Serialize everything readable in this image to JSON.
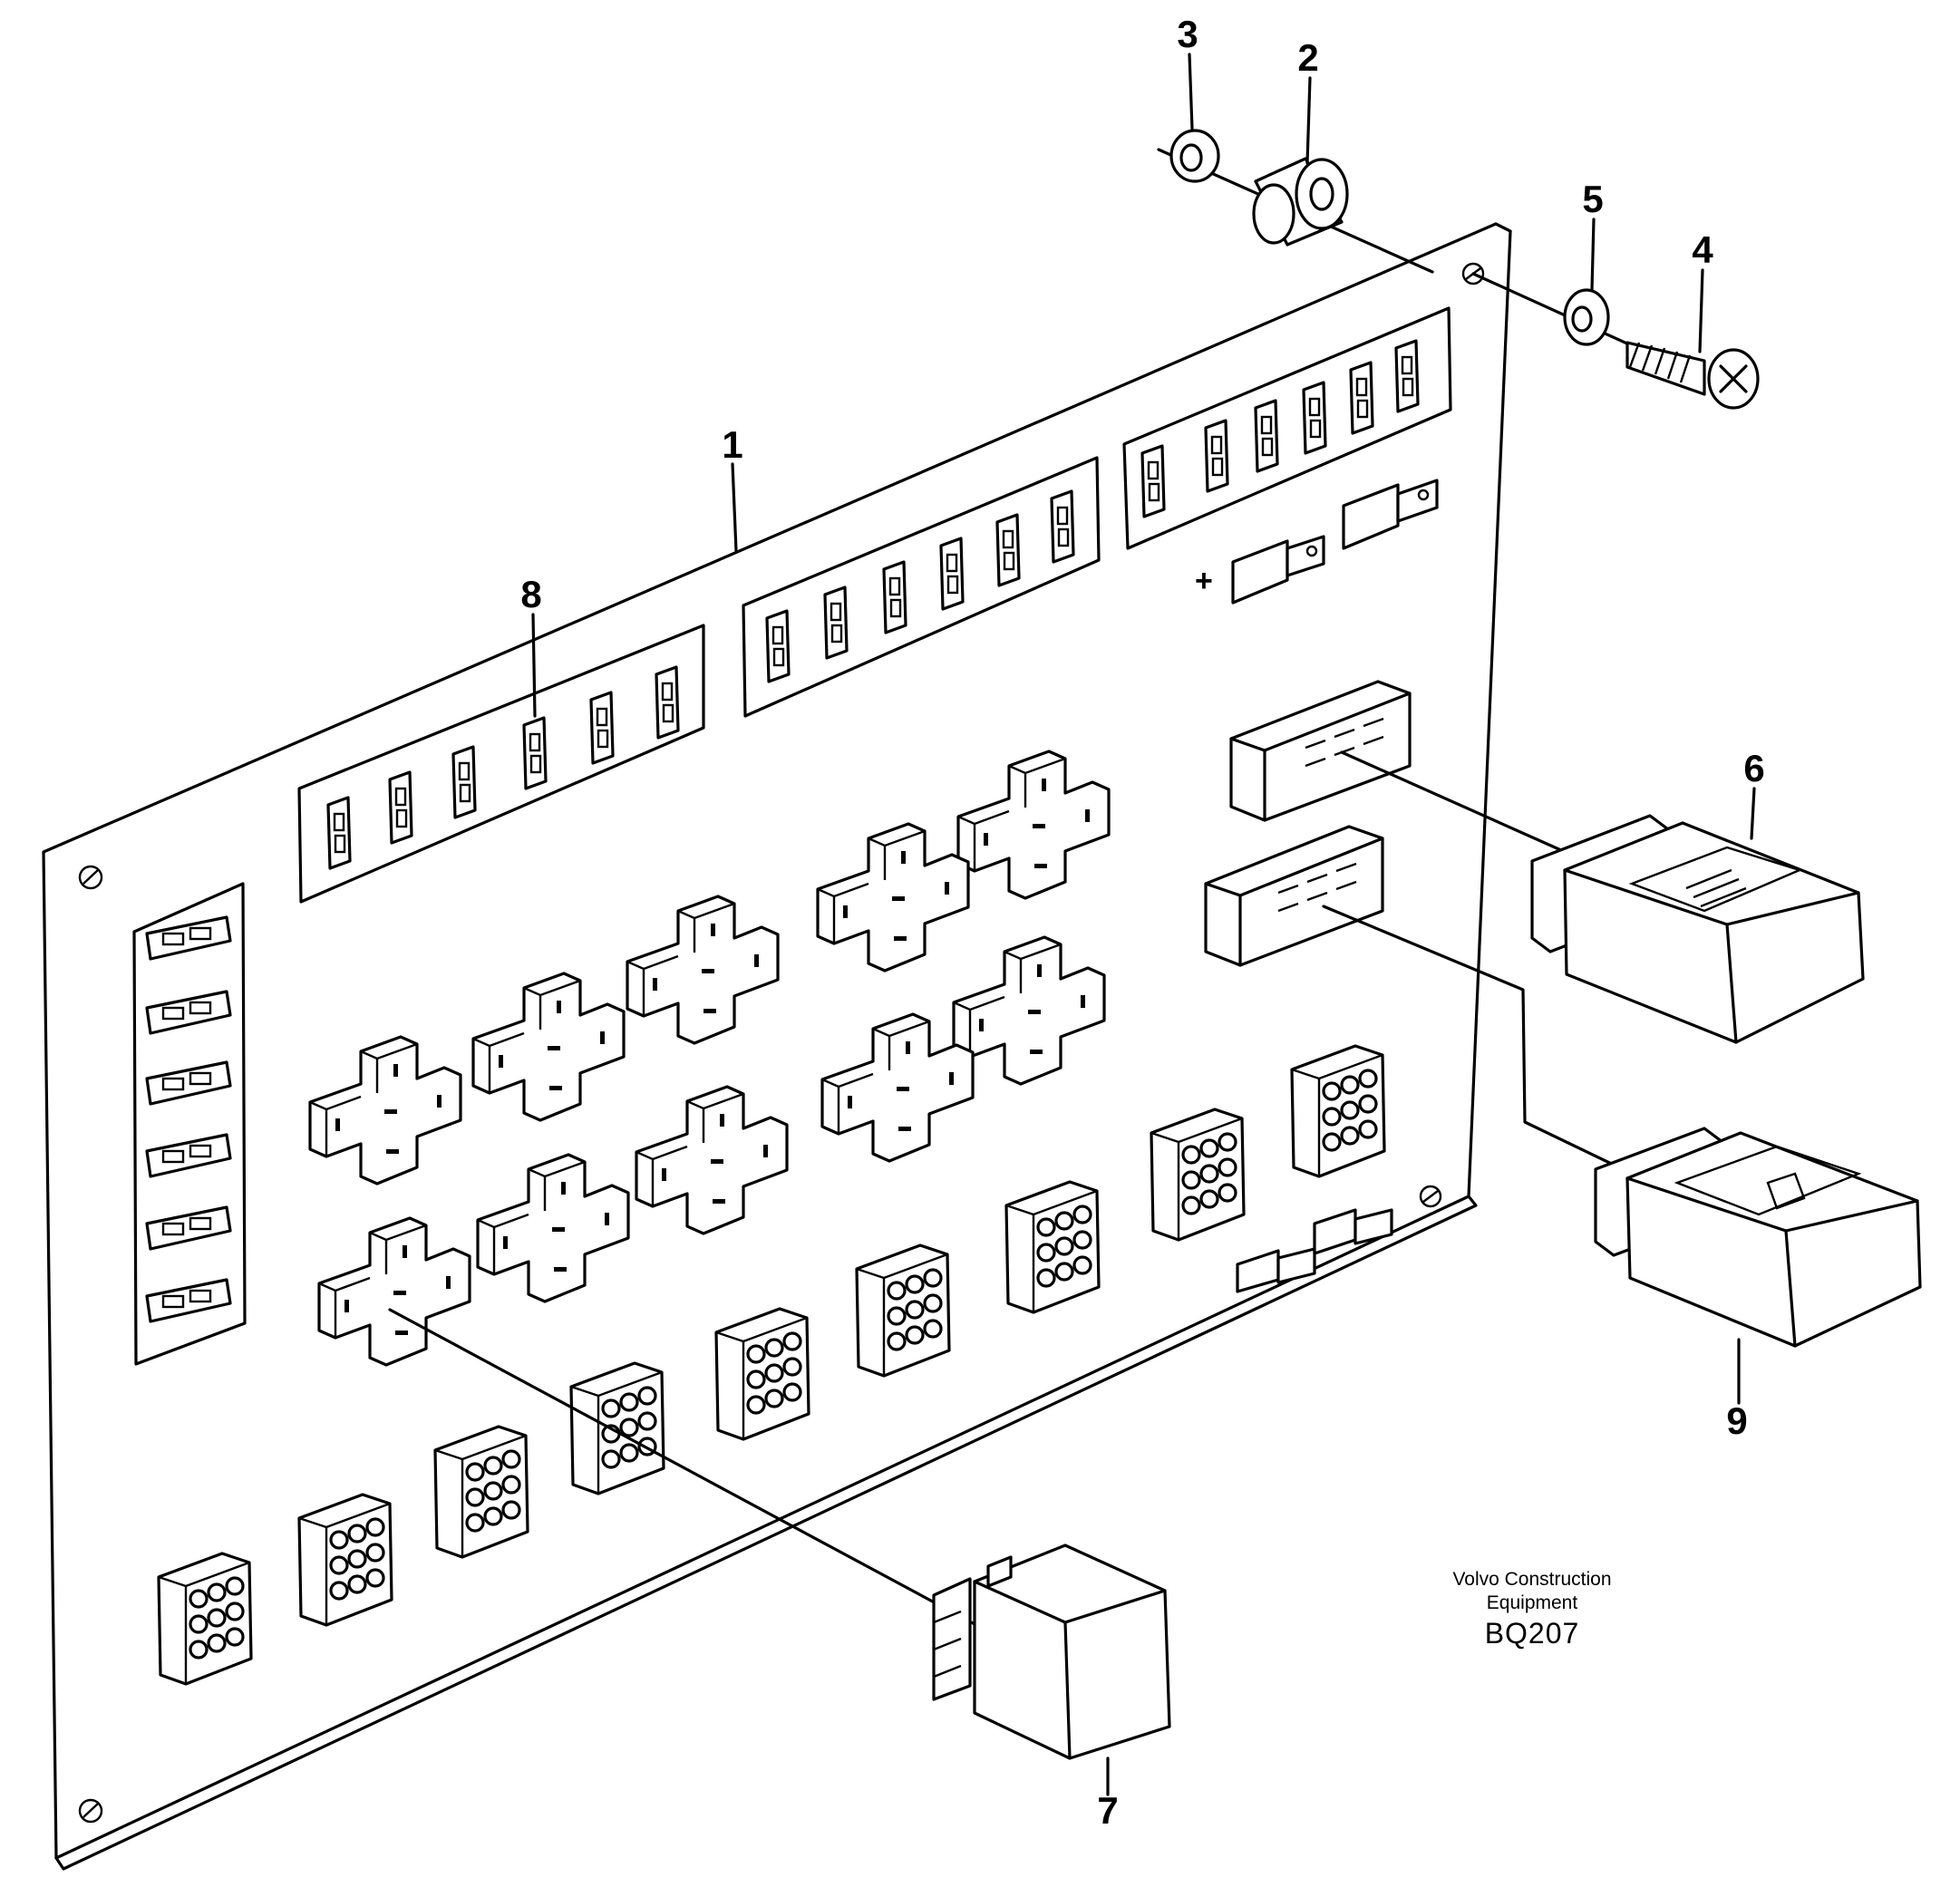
{
  "callouts": [
    {
      "id": "1",
      "label": "1"
    },
    {
      "id": "2",
      "label": "2"
    },
    {
      "id": "3",
      "label": "3"
    },
    {
      "id": "4",
      "label": "4"
    },
    {
      "id": "5",
      "label": "5"
    },
    {
      "id": "6",
      "label": "6"
    },
    {
      "id": "7",
      "label": "7"
    },
    {
      "id": "8",
      "label": "8"
    },
    {
      "id": "9",
      "label": "9"
    }
  ],
  "board": {
    "polarity_mark": "+"
  },
  "credit": {
    "line1": "Volvo Construction",
    "line2": "Equipment",
    "code": "BQ207"
  }
}
